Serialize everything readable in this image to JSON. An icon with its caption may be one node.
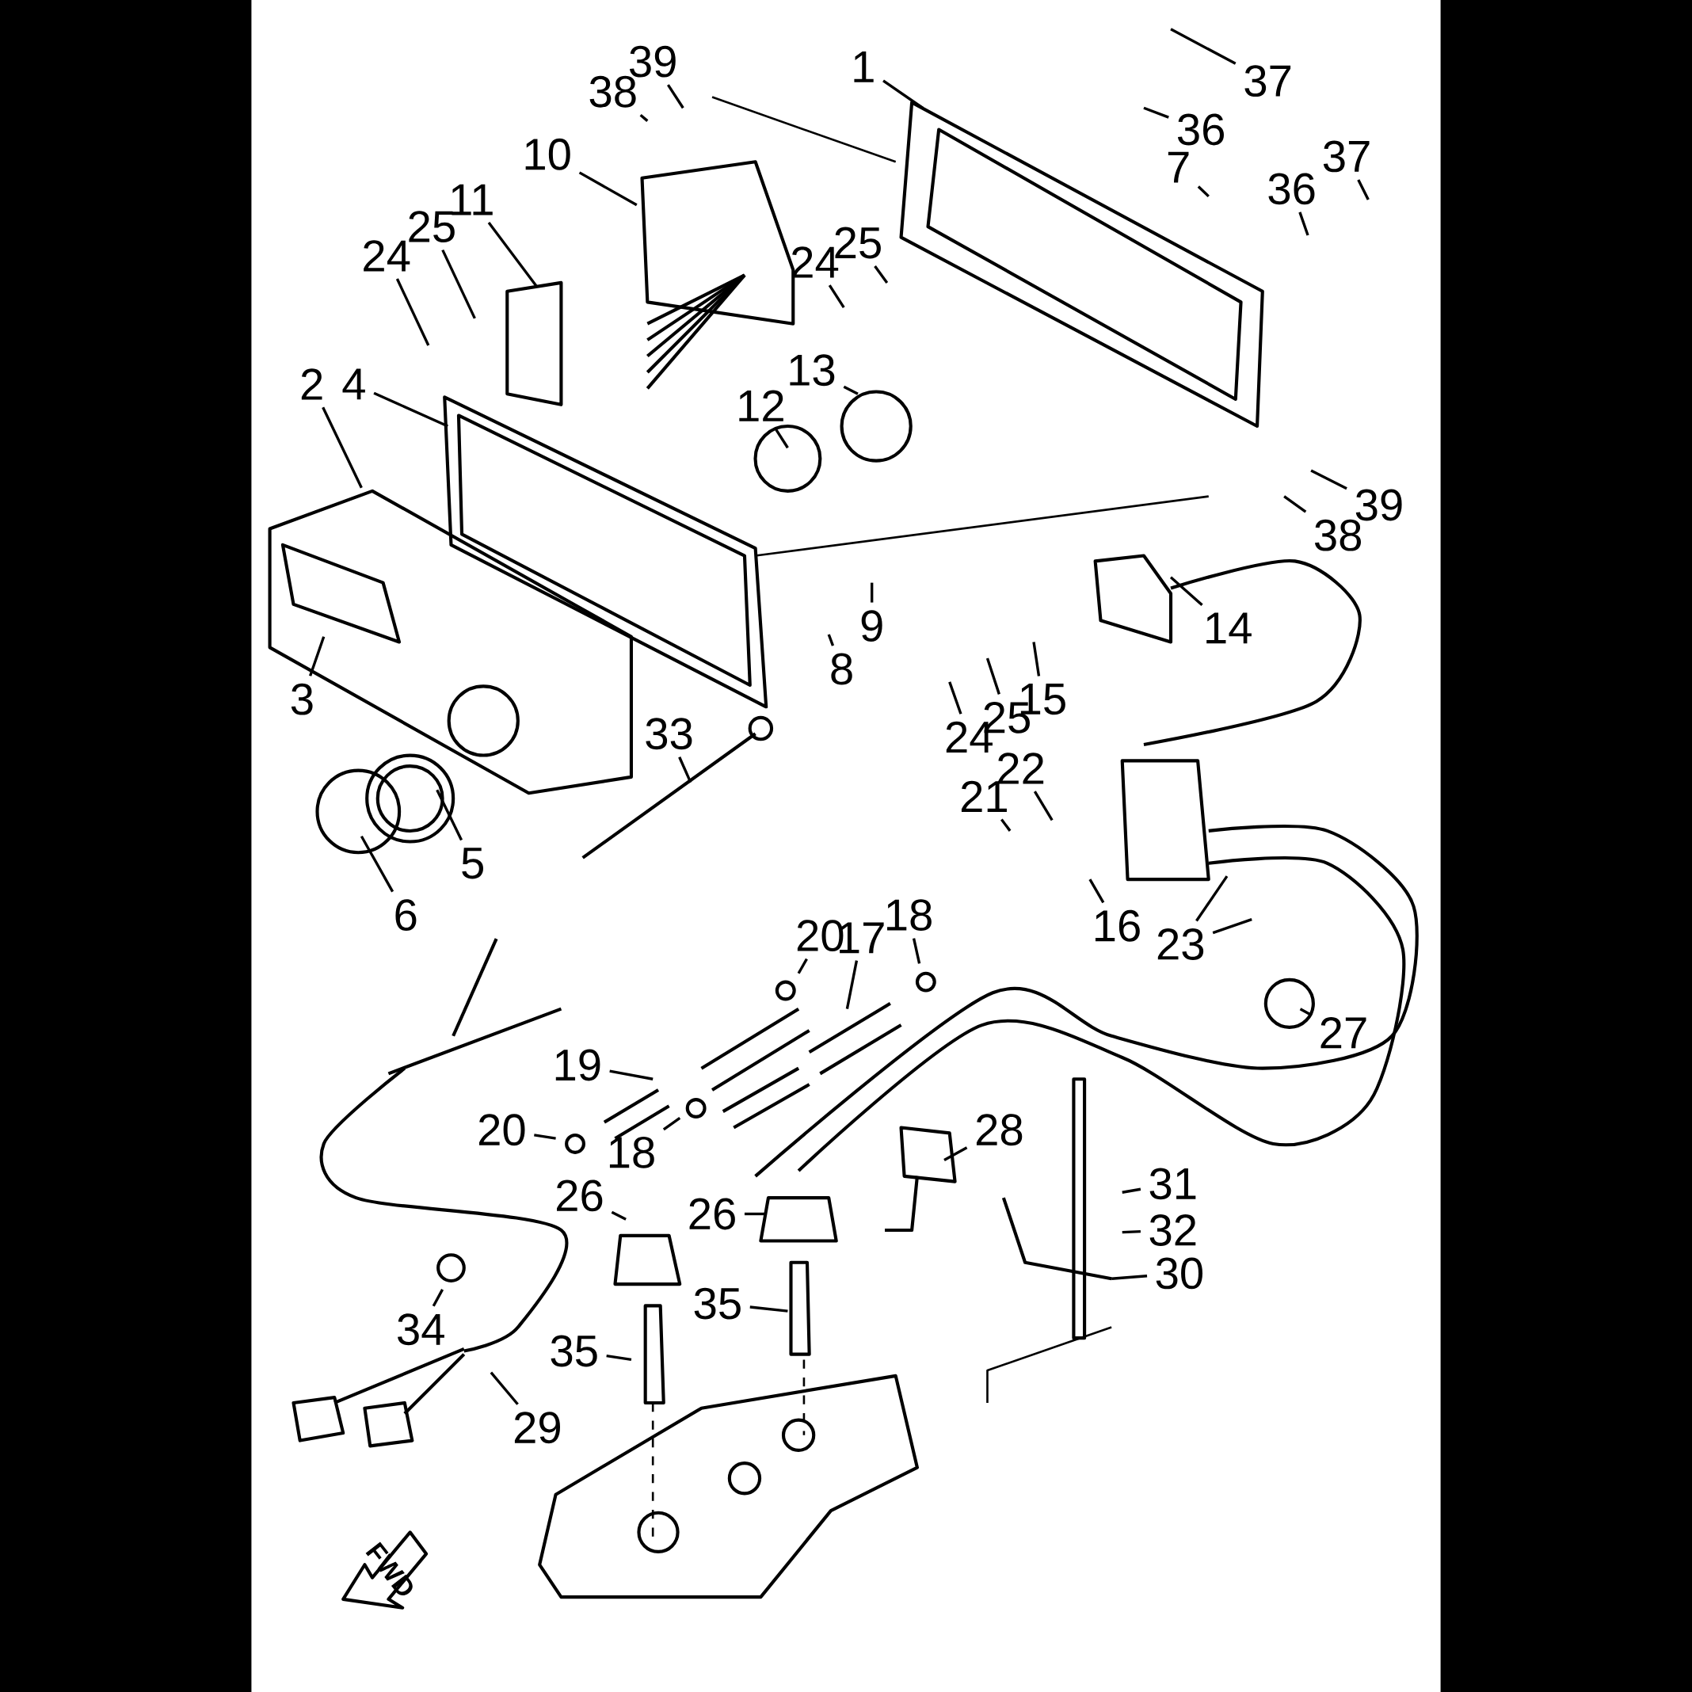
{
  "diagram": {
    "nodes": [
      {
        "text": [
          "1"
        ]
      },
      {
        "text": [
          "39"
        ]
      },
      {
        "text": [
          "38"
        ]
      },
      {
        "text": [
          "37"
        ]
      },
      {
        "text": [
          "36"
        ]
      },
      {
        "text": [
          "10"
        ]
      },
      {
        "text": [
          "7"
        ]
      },
      {
        "text": [
          "37"
        ]
      },
      {
        "text": [
          "36"
        ]
      },
      {
        "text": [
          "11"
        ]
      },
      {
        "text": [
          "25"
        ]
      },
      {
        "text": [
          "24"
        ]
      },
      {
        "text": [
          "25"
        ]
      },
      {
        "text": [
          "24"
        ]
      },
      {
        "text": [
          "13"
        ]
      },
      {
        "text": [
          "12"
        ]
      },
      {
        "text": [
          "2"
        ]
      },
      {
        "text": [
          "4"
        ]
      },
      {
        "text": [
          "39"
        ]
      },
      {
        "text": [
          "38"
        ]
      },
      {
        "text": [
          "14"
        ]
      },
      {
        "text": [
          "9"
        ]
      },
      {
        "text": [
          "8"
        ]
      },
      {
        "text": [
          "15"
        ]
      },
      {
        "text": [
          "25"
        ]
      },
      {
        "text": [
          "24"
        ]
      },
      {
        "text": [
          "3"
        ]
      },
      {
        "text": [
          "33"
        ]
      },
      {
        "text": [
          "5"
        ]
      },
      {
        "text": [
          "6"
        ]
      },
      {
        "text": [
          "22"
        ]
      },
      {
        "text": [
          "21"
        ]
      },
      {
        "text": [
          "16"
        ]
      },
      {
        "text": [
          "23"
        ]
      },
      {
        "text": [
          "20"
        ]
      },
      {
        "text": [
          "17"
        ]
      },
      {
        "text": [
          "18"
        ]
      },
      {
        "text": [
          "27"
        ]
      },
      {
        "text": [
          "19"
        ]
      },
      {
        "text": [
          "20"
        ]
      },
      {
        "text": [
          "18"
        ]
      },
      {
        "text": [
          "28"
        ]
      },
      {
        "text": [
          "26"
        ]
      },
      {
        "text": [
          "26"
        ]
      },
      {
        "text": [
          "31"
        ]
      },
      {
        "text": [
          "32"
        ]
      },
      {
        "text": [
          "30"
        ]
      },
      {
        "text": [
          "35"
        ]
      },
      {
        "text": [
          "34"
        ]
      },
      {
        "text": [
          "35"
        ]
      },
      {
        "text": [
          "29"
        ]
      }
    ],
    "edges": [
      {
        "from": 0,
        "to": null,
        "arrow": "none"
      },
      {
        "from": 1,
        "to": null,
        "arrow": "none"
      },
      {
        "from": 2,
        "to": null,
        "arrow": "none"
      },
      {
        "from": 3,
        "to": null,
        "arrow": "none"
      },
      {
        "from": 4,
        "to": null,
        "arrow": "none"
      },
      {
        "from": 5,
        "to": null,
        "arrow": "none"
      },
      {
        "from": 6,
        "to": null,
        "arrow": "none"
      },
      {
        "from": 7,
        "to": null,
        "arrow": "none"
      },
      {
        "from": 8,
        "to": null,
        "arrow": "none"
      },
      {
        "from": 9,
        "to": null,
        "arrow": "none"
      },
      {
        "from": 10,
        "to": null,
        "arrow": "none"
      },
      {
        "from": 11,
        "to": null,
        "arrow": "none"
      },
      {
        "from": 12,
        "to": null,
        "arrow": "none"
      },
      {
        "from": 13,
        "to": null,
        "arrow": "none"
      },
      {
        "from": 14,
        "to": null,
        "arrow": "none"
      },
      {
        "from": 15,
        "to": null,
        "arrow": "none"
      },
      {
        "from": 16,
        "to": null,
        "arrow": "none"
      },
      {
        "from": 17,
        "to": null,
        "arrow": "none"
      },
      {
        "from": 18,
        "to": null,
        "arrow": "none"
      },
      {
        "from": 19,
        "to": null,
        "arrow": "none"
      },
      {
        "from": 20,
        "to": null,
        "arrow": "none"
      },
      {
        "from": 21,
        "to": null,
        "arrow": "none"
      },
      {
        "from": 22,
        "to": null,
        "arrow": "none"
      },
      {
        "from": 23,
        "to": null,
        "arrow": "none"
      },
      {
        "from": 24,
        "to": null,
        "arrow": "none"
      },
      {
        "from": 25,
        "to": null,
        "arrow": "none"
      },
      {
        "from": 26,
        "to": null,
        "arrow": "none"
      },
      {
        "from": 27,
        "to": null,
        "arrow": "none"
      },
      {
        "from": 28,
        "to": null,
        "arrow": "none"
      },
      {
        "from": 29,
        "to": null,
        "arrow": "none"
      },
      {
        "from": 30,
        "to": null,
        "arrow": "none"
      },
      {
        "from": 31,
        "to": null,
        "arrow": "none"
      },
      {
        "from": 32,
        "to": null,
        "arrow": "none"
      },
      {
        "from": 33,
        "to": null,
        "arrow": "none"
      },
      {
        "from": 33,
        "to": null,
        "arrow": "none"
      },
      {
        "from": 34,
        "to": null,
        "arrow": "none"
      },
      {
        "from": 35,
        "to": null,
        "arrow": "none"
      },
      {
        "from": 36,
        "to": null,
        "arrow": "none"
      },
      {
        "from": 37,
        "to": null,
        "arrow": "none"
      },
      {
        "from": 38,
        "to": null,
        "arrow": "none"
      },
      {
        "from": 39,
        "to": null,
        "arrow": "none"
      },
      {
        "from": 40,
        "to": null,
        "arrow": "none"
      },
      {
        "from": 41,
        "to": null,
        "arrow": "none"
      },
      {
        "from": 42,
        "to": null,
        "arrow": "none"
      },
      {
        "from": 43,
        "to": null,
        "arrow": "none"
      },
      {
        "from": 44,
        "to": null,
        "arrow": "none"
      },
      {
        "from": 45,
        "to": null,
        "arrow": "none"
      },
      {
        "from": 46,
        "to": null,
        "arrow": "none"
      },
      {
        "from": 47,
        "to": null,
        "arrow": "none"
      },
      {
        "from": 48,
        "to": null,
        "arrow": "none"
      },
      {
        "from": 49,
        "to": null,
        "arrow": "none"
      },
      {
        "from": 50,
        "to": null,
        "arrow": "none"
      }
    ],
    "labels": [
      "FWD"
    ]
  }
}
